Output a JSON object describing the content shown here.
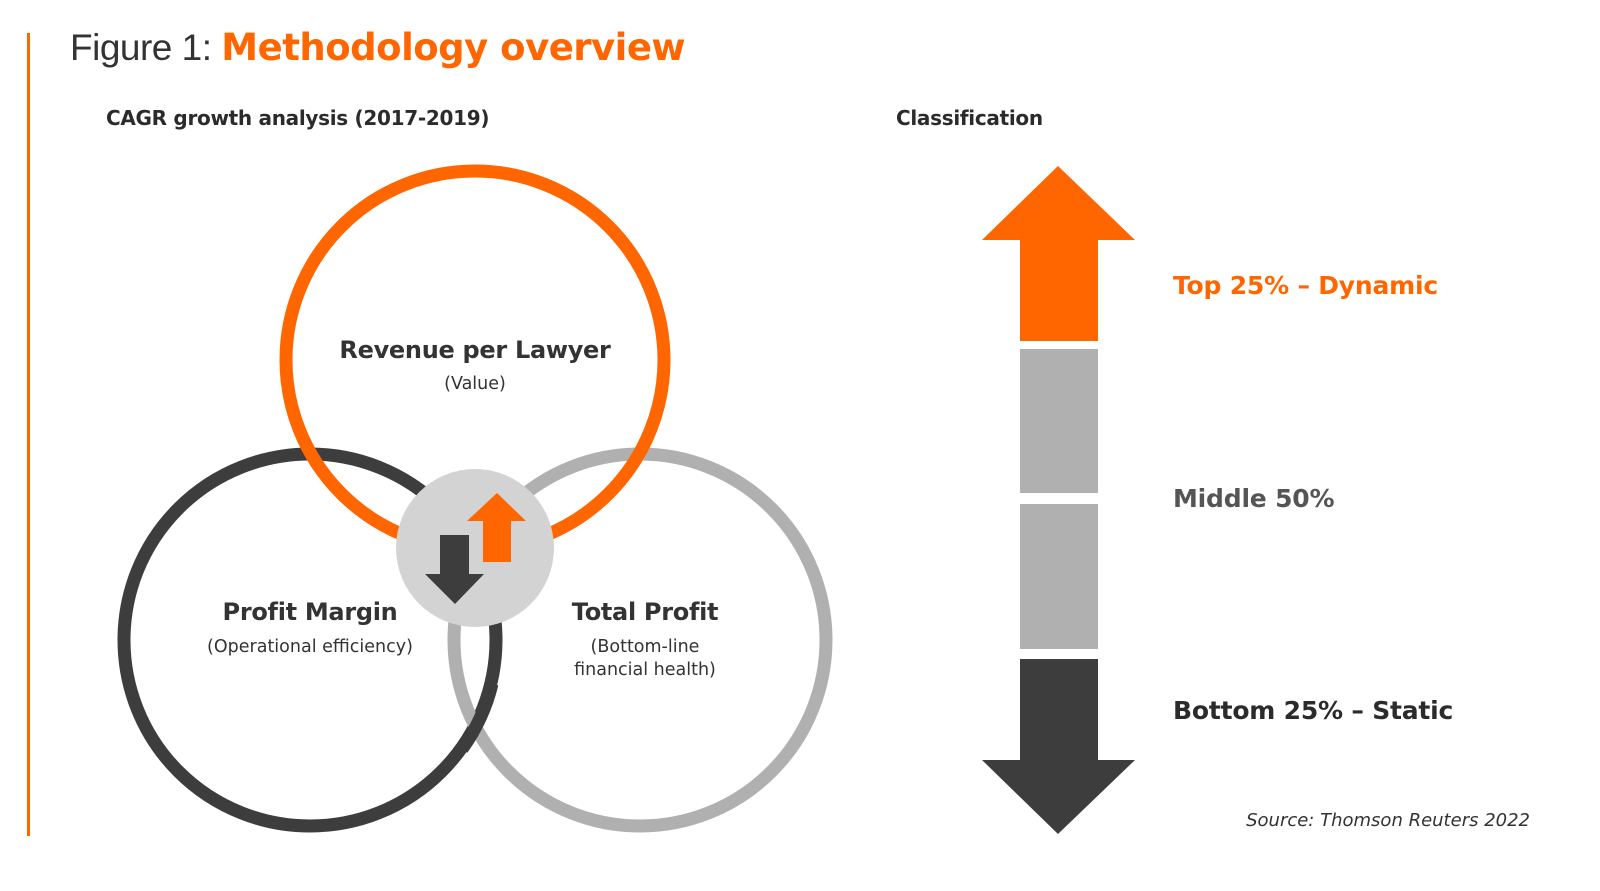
{
  "figure": {
    "title_prefix": "Figure 1: ",
    "title_main": "Methodology overview",
    "accent_color": "#ff6600"
  },
  "venn": {
    "section_title": "CAGR growth analysis (2017-2019)",
    "circles": [
      {
        "id": "revenue",
        "title": "Revenue per Lawyer",
        "subtitle": "(Value)",
        "color": "#ff6600"
      },
      {
        "id": "margin",
        "title": "Profit Margin",
        "subtitle": "(Operational efficiency)",
        "color": "#3d3d3d"
      },
      {
        "id": "profit",
        "title": "Total Profit",
        "subtitle": "(Bottom-line\nfinancial health)",
        "color": "#b0b0b0"
      }
    ],
    "center": {
      "icon": "up-down-arrows-icon",
      "fill": "#d3d3d3",
      "up_color": "#ff6600",
      "down_color": "#3d3d3d"
    }
  },
  "classification": {
    "section_title": "Classification",
    "tiers": [
      {
        "label": "Top 25% – Dynamic",
        "share": 25,
        "color": "#ff6600",
        "text_color": "#ff6600"
      },
      {
        "label": "Middle 50%",
        "share": 50,
        "color": "#b0b0b0",
        "text_color": "#555555"
      },
      {
        "label": "Bottom 25% – Static",
        "share": 25,
        "color": "#3d3d3d",
        "text_color": "#2b2b2b"
      }
    ]
  },
  "source": "Source: Thomson Reuters 2022"
}
